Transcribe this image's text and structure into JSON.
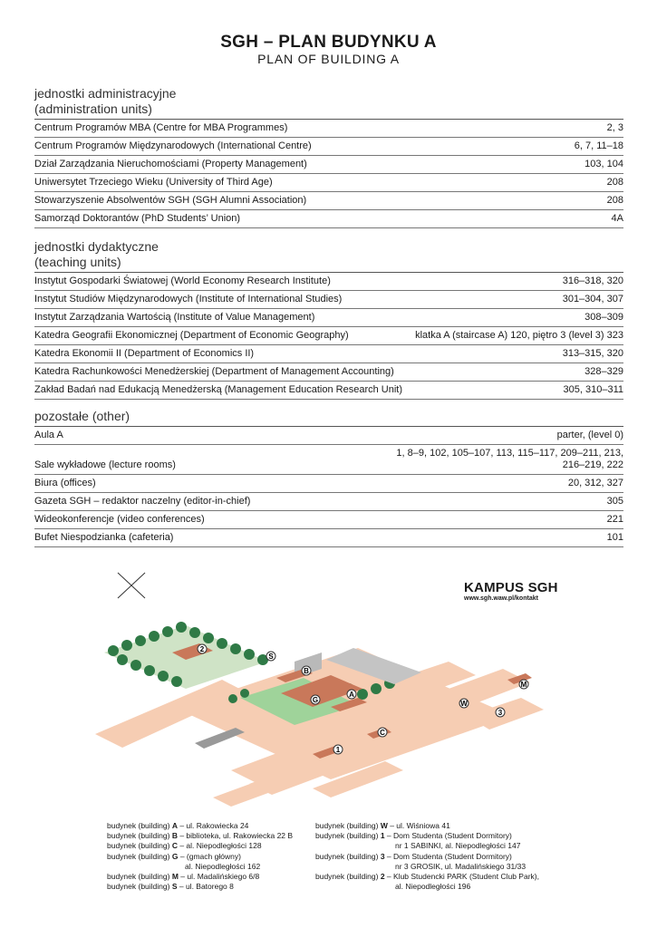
{
  "header": {
    "title": "SGH – PLAN BUDYNKU A",
    "subtitle": "PLAN OF BUILDING A"
  },
  "sections": [
    {
      "head1": "jednostki administracyjne",
      "head2": "(administration units)",
      "rows": [
        {
          "name": "Centrum Programów MBA (Centre for MBA Programmes)",
          "value": "2, 3"
        },
        {
          "name": "Centrum Programów Międzynarodowych (International Centre)",
          "value": "6, 7, 11–18"
        },
        {
          "name": "Dział Zarządzania Nieruchomościami (Property Management)",
          "value": "103, 104"
        },
        {
          "name": "Uniwersytet Trzeciego Wieku (University of Third Age)",
          "value": "208"
        },
        {
          "name": "Stowarzyszenie Absolwentów SGH (SGH Alumni Association)",
          "value": "208"
        },
        {
          "name": "Samorząd Doktorantów (PhD Students’ Union)",
          "value": "4A"
        }
      ]
    },
    {
      "head1": "jednostki dydaktyczne",
      "head2": "(teaching units)",
      "rows": [
        {
          "name": "Instytut Gospodarki Światowej (World Economy Research Institute)",
          "value": "316–318, 320"
        },
        {
          "name": "Instytut Studiów Międzynarodowych (Institute of International Studies)",
          "value": "301–304, 307"
        },
        {
          "name": "Instytut Zarządzania Wartością (Institute of Value Management)",
          "value": "308–309"
        },
        {
          "name": "Katedra Geografii Ekonomicznej (Department of Economic Geography)",
          "value": "klatka A (staircase A)  120, piętro 3 (level 3)  323"
        },
        {
          "name": "Katedra Ekonomii II (Department of Economics II)",
          "value": "313–315, 320"
        },
        {
          "name": "Katedra Rachunkowości Menedżerskiej (Department of Management Accounting)",
          "value": "328–329"
        },
        {
          "name": "Zakład Badań nad Edukacją Menedżerską (Management Education Research Unit)",
          "value": "305, 310–311"
        }
      ]
    },
    {
      "head1": "pozostałe (other)",
      "rows": [
        {
          "name": "Aula A",
          "value": "parter, (level 0)"
        },
        {
          "name": "Sale wykładowe (lecture rooms)",
          "value": "1, 8–9, 102, 105–107, 113, 115–117, 209–211, 213,\n216–219, 222"
        },
        {
          "name": "Biura (offices)",
          "value": "20, 312, 327"
        },
        {
          "name": "Gazeta SGH – redaktor naczelny (editor-in-chief)",
          "value": "305"
        },
        {
          "name": "Wideokonferencje (video conferences)",
          "value": "221"
        },
        {
          "name": "Bufet Niespodzianka (cafeteria)",
          "value": "101"
        }
      ]
    }
  ],
  "campus": {
    "title": "KAMPUS SGH",
    "url": "www.sgh.waw.pl/kontakt",
    "markers": [
      "A",
      "B",
      "C",
      "G",
      "M",
      "S",
      "W",
      "1",
      "2",
      "3"
    ]
  },
  "legend": {
    "left": [
      {
        "pre": "budynek (building) ",
        "key": "A",
        "post": " – ul. Rakowiecka 24"
      },
      {
        "pre": "budynek (building) ",
        "key": "B",
        "post": " – biblioteka, ul. Rakowiecka 22 B"
      },
      {
        "pre": "budynek (building) ",
        "key": "C",
        "post": " – al. Niepodległości 128"
      },
      {
        "pre": "budynek (building) ",
        "key": "G",
        "post": " – (gmach główny)"
      },
      {
        "cont": "al. Niepodległości 162"
      },
      {
        "pre": "budynek (building) ",
        "key": "M",
        "post": " – ul. Madalińskiego 6/8"
      },
      {
        "pre": "budynek (building) ",
        "key": "S",
        "post": " – ul. Batorego 8"
      }
    ],
    "right": [
      {
        "pre": "budynek (building) ",
        "key": "W",
        "post": " – ul. Wiśniowa 41"
      },
      {
        "pre": "budynek (building) ",
        "key": "1",
        "post": " – Dom Studenta (Student Dormitory)"
      },
      {
        "cont": "nr 1 SABINKI, al. Niepodległości 147"
      },
      {
        "pre": "budynek (building) ",
        "key": "3",
        "post": " – Dom Studenta (Student Dormitory)"
      },
      {
        "cont": "nr 3 GROSIK, ul. Madalińskiego 31/33"
      },
      {
        "pre": "budynek (building) ",
        "key": "2",
        "post": " – Klub Studencki PARK (Student Club Park),"
      },
      {
        "cont": "al. Niepodległości 196"
      }
    ]
  }
}
